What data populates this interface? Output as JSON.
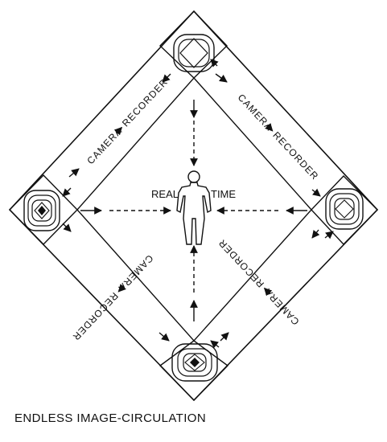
{
  "diagram": {
    "caption": "ENDLESS IMAGE-CIRCULATION",
    "center": {
      "left_word": "REAL",
      "right_word": "TIME"
    },
    "side_labels": {
      "top_left": {
        "camera": "CAMERA",
        "recorder": "RECORDER"
      },
      "top_right": {
        "camera": "CAMERA",
        "recorder": "RECORDER"
      },
      "bottom_right": {
        "camera": "CAMERA",
        "recorder": "RECORDER"
      },
      "bottom_left": {
        "camera": "CAMERA",
        "recorder": "RECORDER"
      }
    },
    "nodes": [
      "top-monitor",
      "right-monitor",
      "bottom-monitor",
      "left-monitor"
    ],
    "icon": "human-figure-icon"
  }
}
